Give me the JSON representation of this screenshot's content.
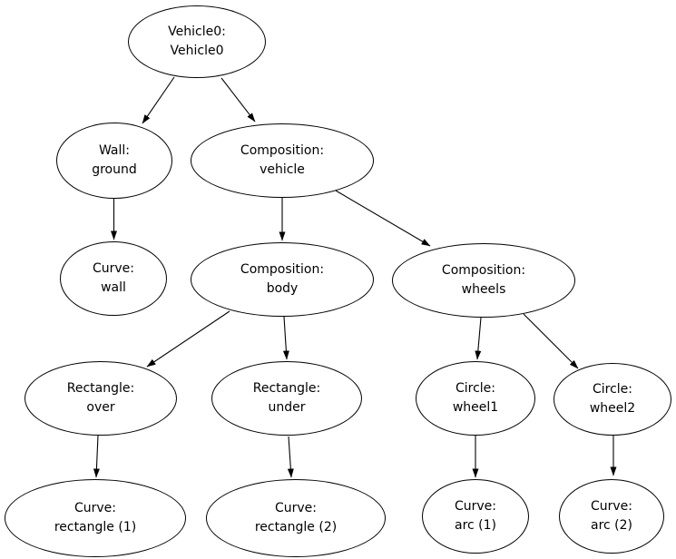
{
  "diagram": {
    "type": "tree",
    "background_color": "#ffffff",
    "node_fill_color": "#ffffff",
    "node_stroke_color": "#000000",
    "edge_color": "#000000",
    "text_color": "#000000",
    "nodes": [
      {
        "id": "vehicle0",
        "line1": "Vehicle0:",
        "line2": "Vehicle0"
      },
      {
        "id": "wall_ground",
        "line1": "Wall:",
        "line2": "ground"
      },
      {
        "id": "composition_vehicle",
        "line1": "Composition:",
        "line2": "vehicle"
      },
      {
        "id": "curve_wall",
        "line1": "Curve:",
        "line2": "wall"
      },
      {
        "id": "composition_body",
        "line1": "Composition:",
        "line2": "body"
      },
      {
        "id": "composition_wheels",
        "line1": "Composition:",
        "line2": "wheels"
      },
      {
        "id": "rectangle_over",
        "line1": "Rectangle:",
        "line2": "over"
      },
      {
        "id": "rectangle_under",
        "line1": "Rectangle:",
        "line2": "under"
      },
      {
        "id": "circle_wheel1",
        "line1": "Circle:",
        "line2": "wheel1"
      },
      {
        "id": "circle_wheel2",
        "line1": "Circle:",
        "line2": "wheel2"
      },
      {
        "id": "curve_rectangle_1",
        "line1": "Curve:",
        "line2": "rectangle (1)"
      },
      {
        "id": "curve_rectangle_2",
        "line1": "Curve:",
        "line2": "rectangle (2)"
      },
      {
        "id": "curve_arc_1",
        "line1": "Curve:",
        "line2": "arc (1)"
      },
      {
        "id": "curve_arc_2",
        "line1": "Curve:",
        "line2": "arc (2)"
      }
    ],
    "edges": [
      {
        "from": "vehicle0",
        "to": "wall_ground"
      },
      {
        "from": "vehicle0",
        "to": "composition_vehicle"
      },
      {
        "from": "wall_ground",
        "to": "curve_wall"
      },
      {
        "from": "composition_vehicle",
        "to": "composition_body"
      },
      {
        "from": "composition_vehicle",
        "to": "composition_wheels"
      },
      {
        "from": "composition_body",
        "to": "rectangle_over"
      },
      {
        "from": "composition_body",
        "to": "rectangle_under"
      },
      {
        "from": "composition_wheels",
        "to": "circle_wheel1"
      },
      {
        "from": "composition_wheels",
        "to": "circle_wheel2"
      },
      {
        "from": "rectangle_over",
        "to": "curve_rectangle_1"
      },
      {
        "from": "rectangle_under",
        "to": "curve_rectangle_2"
      },
      {
        "from": "circle_wheel1",
        "to": "curve_arc_1"
      },
      {
        "from": "circle_wheel2",
        "to": "curve_arc_2"
      }
    ]
  }
}
